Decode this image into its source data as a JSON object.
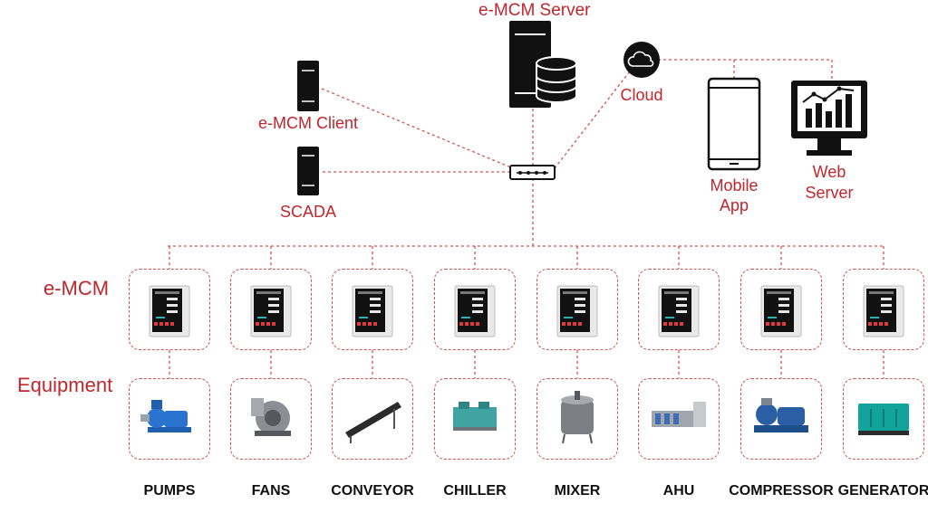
{
  "title": "e-MCM Server",
  "nodes": {
    "server": "e-MCM Server",
    "client": "e-MCM Client",
    "scada": "SCADA",
    "cloud": "Cloud",
    "mobile_line1": "Mobile",
    "mobile_line2": "App",
    "web_line1": "Web",
    "web_line2": "Server"
  },
  "rows": {
    "device": "e-MCM",
    "equipment": "Equipment"
  },
  "equipment": [
    {
      "name": "PUMPS",
      "icon": "pump-icon"
    },
    {
      "name": "FANS",
      "icon": "fan-icon"
    },
    {
      "name": "CONVEYOR",
      "icon": "conveyor-icon"
    },
    {
      "name": "CHILLER",
      "icon": "chiller-icon"
    },
    {
      "name": "MIXER",
      "icon": "mixer-icon"
    },
    {
      "name": "AHU",
      "icon": "ahu-icon"
    },
    {
      "name": "COMPRESSOR",
      "icon": "compressor-icon"
    },
    {
      "name": "GENERATOR",
      "icon": "generator-icon"
    }
  ],
  "colors": {
    "accent": "#c0262b",
    "line": "#d5534f",
    "device": "#111111"
  }
}
